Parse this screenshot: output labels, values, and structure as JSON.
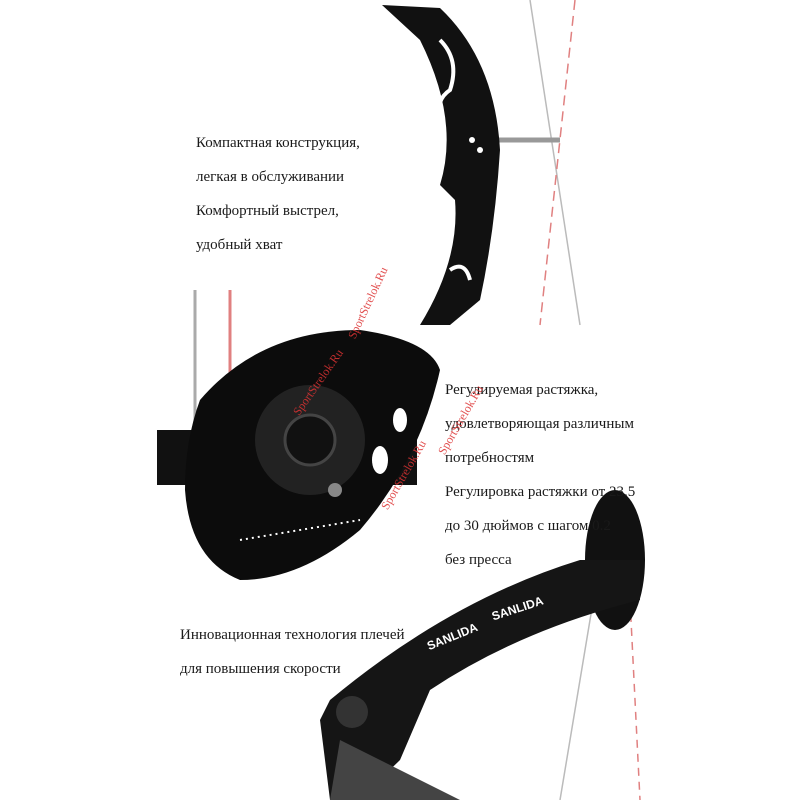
{
  "section1": {
    "lines": [
      "Компактная конструкция,",
      "легкая в обслуживании",
      "Комфортный выстрел,",
      "удобный хват"
    ]
  },
  "section2": {
    "lines": [
      "Регулируемая растяжка,",
      "удовлетворяющая различным",
      "потребностям",
      "Регулировка растяжки от 23.5",
      "до 30 дюймов с шагом 0.2",
      "без пресса"
    ]
  },
  "section3": {
    "lines": [
      "Инновационная технология плечей",
      "для повышения скорости"
    ]
  },
  "watermark": "SportStrelok.Ru",
  "limb_brand": "SANLIDA",
  "colors": {
    "bow": "#111111",
    "string_accent": "#e05050",
    "watermark": "#dd3333"
  }
}
